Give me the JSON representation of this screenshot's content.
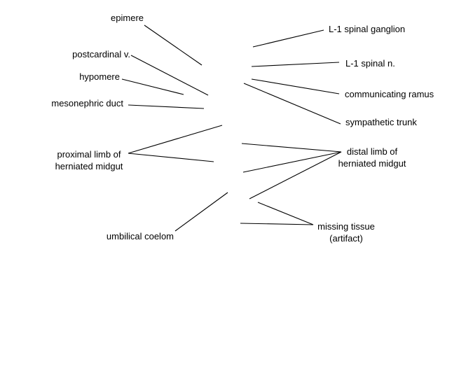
{
  "labels": {
    "epimere": "epimere",
    "postcardinal": "postcardinal v.",
    "hypomere": "hypomere",
    "mesonephric_duct": "mesonephric duct",
    "proximal_limb_1": "proximal limb of",
    "proximal_limb_2": "herniated midgut",
    "umbilical_coelom": "umbilical coelom",
    "l1_spinal_ganglion": "L-1 spinal ganglion",
    "l1_spinal_n": "L-1 spinal n.",
    "communicating_ramus": "communicating ramus",
    "sympathetic_trunk": "sympathetic trunk",
    "distal_limb_1": "distal limb of",
    "distal_limb_2": "herniated midgut",
    "missing_tissue_1": "missing tissue",
    "missing_tissue_2": "(artifact)"
  },
  "colors": {
    "line": "#000000",
    "text": "#000000",
    "background": "#ffffff"
  }
}
